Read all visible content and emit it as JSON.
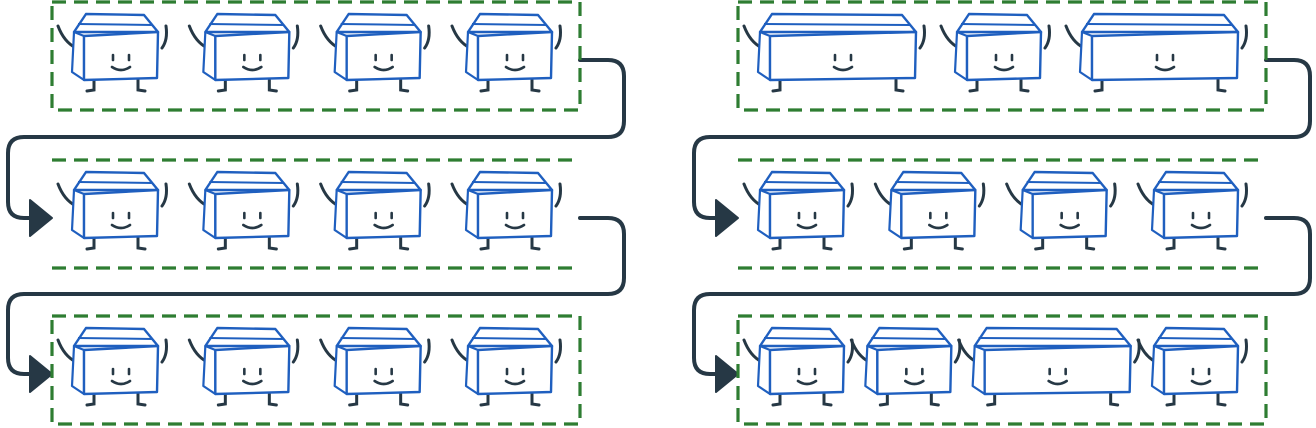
{
  "colors": {
    "background": "#ffffff",
    "box_stroke": "#1f5fbf",
    "box_fill": "#ffffff",
    "row_frame": "#2e7d32",
    "flow_arrow": "#263845",
    "limbs": "#263845"
  },
  "panels": [
    {
      "name": "left-grid",
      "rows": [
        {
          "frame": "closed",
          "boxes": [
            1,
            1,
            1,
            1
          ]
        },
        {
          "frame": "open",
          "boxes": [
            1,
            1,
            1,
            1
          ]
        },
        {
          "frame": "closed",
          "boxes": [
            1,
            1,
            1,
            1
          ]
        }
      ]
    },
    {
      "name": "right-grid",
      "rows": [
        {
          "frame": "closed",
          "boxes": [
            2,
            1,
            2
          ]
        },
        {
          "frame": "open",
          "boxes": [
            1,
            1,
            1,
            1
          ]
        },
        {
          "frame": "closed",
          "boxes": [
            1,
            1,
            2,
            1
          ]
        }
      ]
    }
  ],
  "icons": [
    "box-character-icon",
    "flow-arrow-icon"
  ]
}
